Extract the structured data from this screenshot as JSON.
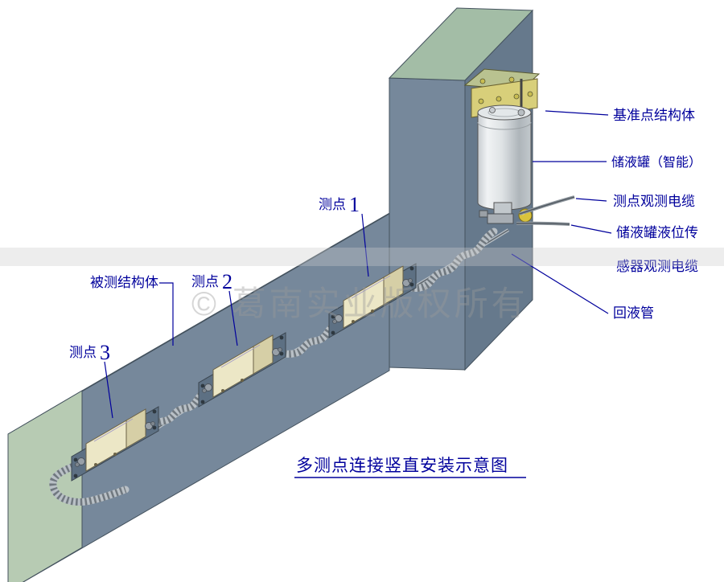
{
  "page": {
    "title_text": "多测点连接竖直安装示意图",
    "watermark": "© 葛南实业版权所有"
  },
  "callouts": {
    "reference_structure": "基准点结构体",
    "storage_tank_smart": "储液罐（智能）",
    "measure_point_cable": "测点观测电缆",
    "tank_level_sensor_cable_line1": "储液罐液位传",
    "tank_level_sensor_cable_line2": "感器观测电缆",
    "return_pipe": "回液管",
    "measured_structure": "被测结构体",
    "points": [
      {
        "label": "测点",
        "num": "1"
      },
      {
        "label": "测点",
        "num": "2"
      },
      {
        "label": "测点",
        "num": "3"
      }
    ]
  },
  "colors": {
    "label_blue": "#00009c",
    "wall_front": "#76889b",
    "wall_top": "#a3bda6",
    "wall_end": "#b7cbb3",
    "column_side": "#66798c",
    "box_body": "#ece7c6",
    "box_top": "#c9c2e0",
    "tank_gray": "#d9dde0",
    "bracket_yellow": "#d8cf7a"
  }
}
